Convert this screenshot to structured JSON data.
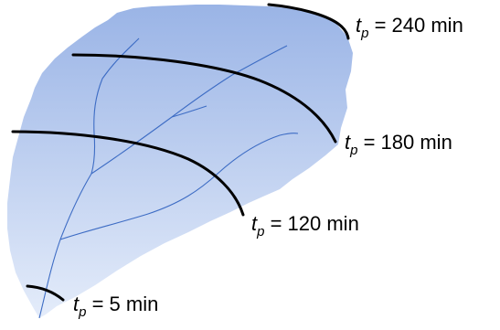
{
  "colors": {
    "catchment_top": "#9ab4e6",
    "catchment_bottom": "#e4ecfa",
    "streams": "#3d6cc4",
    "isochrone_lines": "#000000",
    "label_text": "#000000"
  },
  "isochrones": [
    {
      "symbol": "t",
      "subscript": "p",
      "text": " = 240 min"
    },
    {
      "symbol": "t",
      "subscript": "p",
      "text": " = 180 min"
    },
    {
      "symbol": "t",
      "subscript": "p",
      "text": " = 120 min"
    },
    {
      "symbol": "t",
      "subscript": "p",
      "text": " = 5 min"
    }
  ]
}
